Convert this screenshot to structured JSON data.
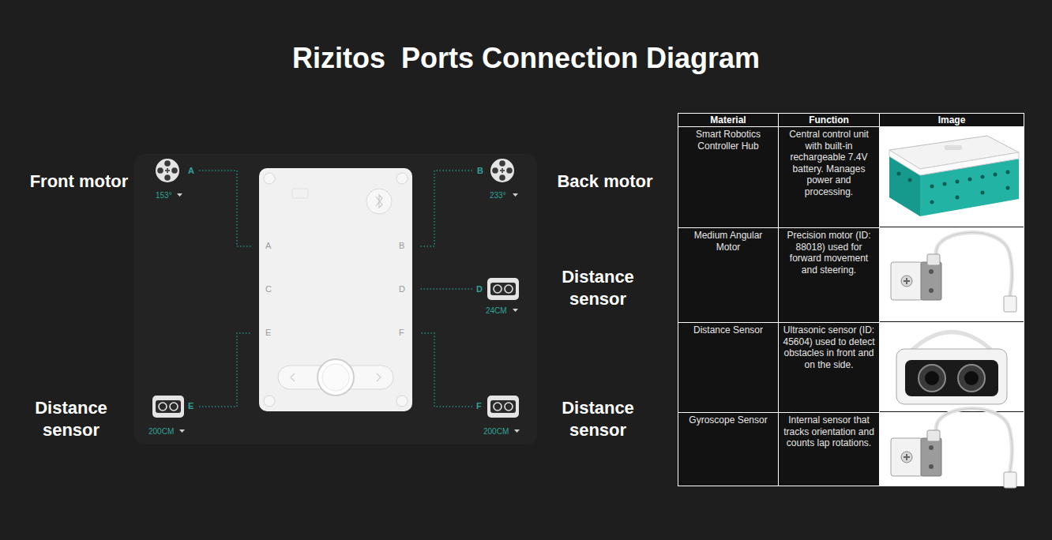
{
  "diagram": {
    "title": "Rizitos  Ports Connection Diagram",
    "nodes": [
      {
        "text": [
          "A",
          "153°",
          "B",
          "233°",
          "D",
          "24CM",
          "E",
          "200CM",
          "F",
          "200CM"
        ]
      },
      {
        "text": [
          "A",
          "B",
          "C",
          "D",
          "E",
          "F"
        ],
        "in": 0
      }
    ],
    "labels": [
      "Front motor",
      "Back motor",
      "Distance sensor",
      "Distance sensor",
      "Distance sensor",
      "Material",
      "Function",
      "Image",
      "Smart Robotics Controller Hub",
      "Central control unit with built-in rechargeable 7.4V battery. Manages power and processing.",
      "Medium Angular Motor",
      "Precision motor (ID: 88018) used for forward movement and steering.",
      "Distance Sensor",
      "Ultrasonic sensor (ID: 45604) used to detect obstacles in front and on the side.",
      "Gyroscope Sensor",
      "Internal sensor that tracks orientation and counts lap rotations."
    ]
  }
}
